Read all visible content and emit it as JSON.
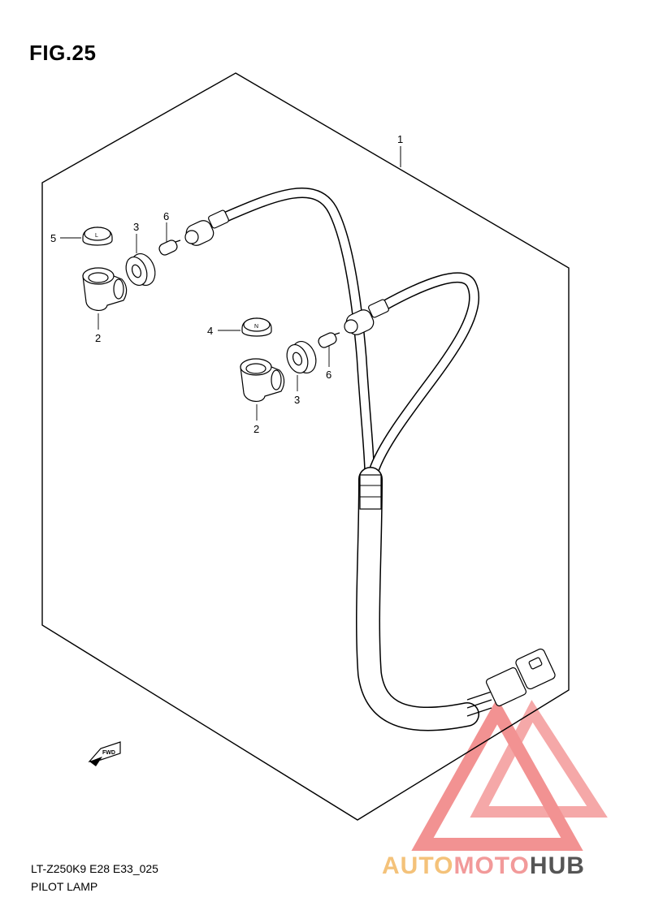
{
  "figure": {
    "title": "FIG.25",
    "code": "LT-Z250K9 E28 E33_025",
    "name": "PILOT LAMP"
  },
  "callouts": {
    "harness": "1",
    "socket_upper": "2",
    "socket_lower": "2",
    "grommet_upper": "3",
    "grommet_lower": "3",
    "cap_lower": "4",
    "cap_upper": "5",
    "bulb_upper": "6",
    "bulb_lower": "6"
  },
  "badges": {
    "fwd": "FWD",
    "cap_upper_mark": "L",
    "cap_lower_mark": "N"
  },
  "watermark": {
    "part1": "AUTO",
    "part2": "MOTO",
    "part3": "HUB",
    "colors": {
      "part1": "#f4c27a",
      "part2": "#f29a9a",
      "part3": "#555555",
      "logo": "#f08080"
    }
  }
}
